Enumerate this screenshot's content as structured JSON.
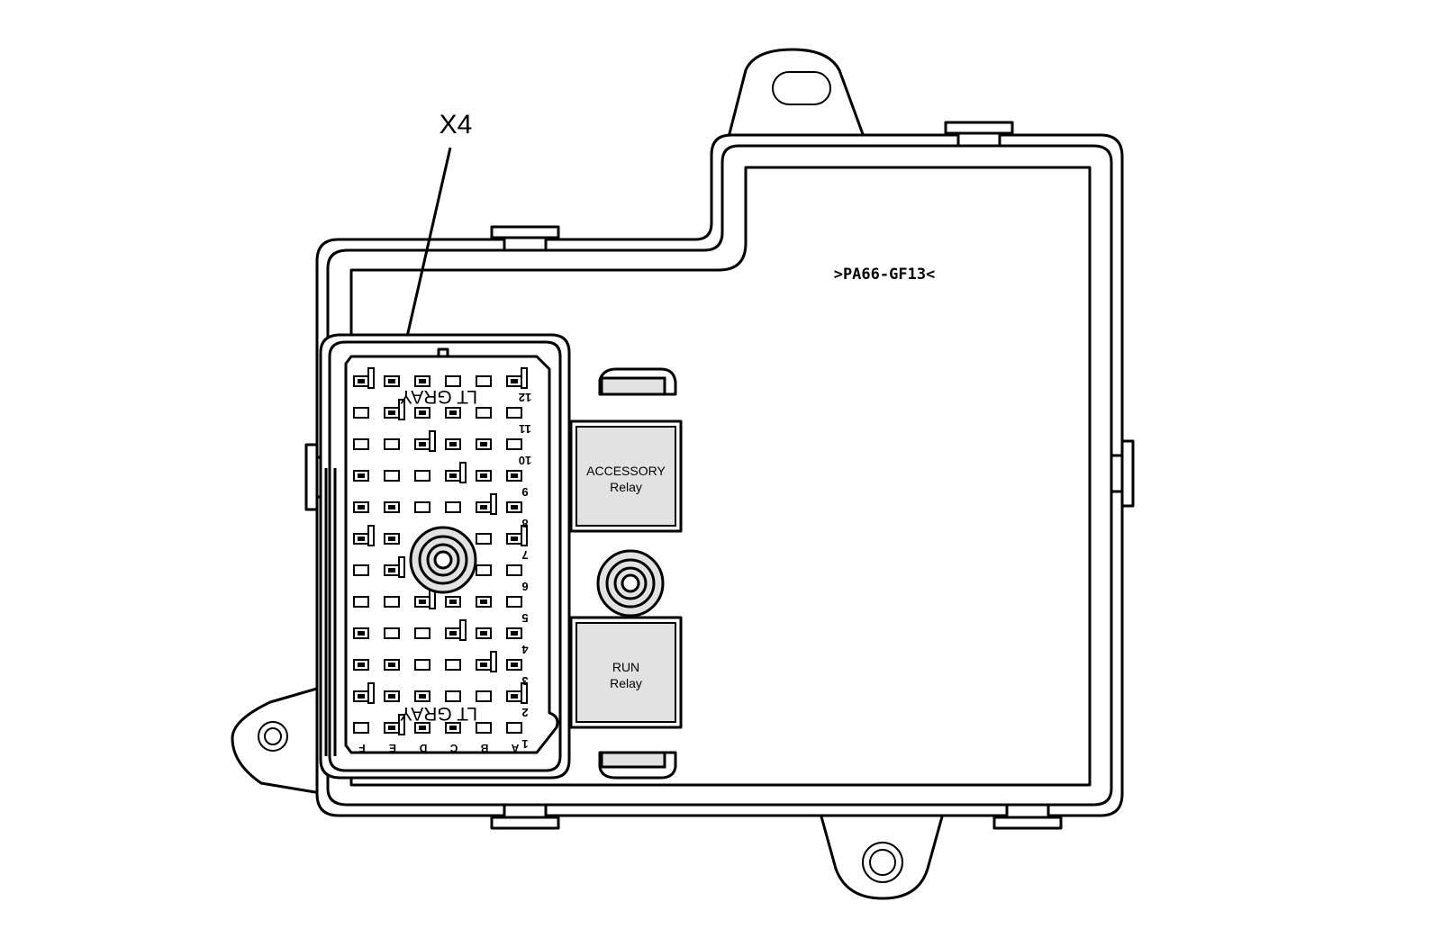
{
  "callout_label": "X4",
  "material_marking": ">PA66-GF13<",
  "relays": [
    {
      "line1": "ACCESSORY",
      "line2": "Relay"
    },
    {
      "line1": "RUN",
      "line2": "Relay"
    }
  ],
  "connector": {
    "color_marking": "LT GRAY",
    "row_numbers": [
      "12",
      "11",
      "10",
      "9",
      "8",
      "7",
      "6",
      "5",
      "4",
      "3",
      "2",
      "1"
    ],
    "column_letters": [
      "F",
      "E",
      "D",
      "C",
      "B",
      "A"
    ]
  }
}
